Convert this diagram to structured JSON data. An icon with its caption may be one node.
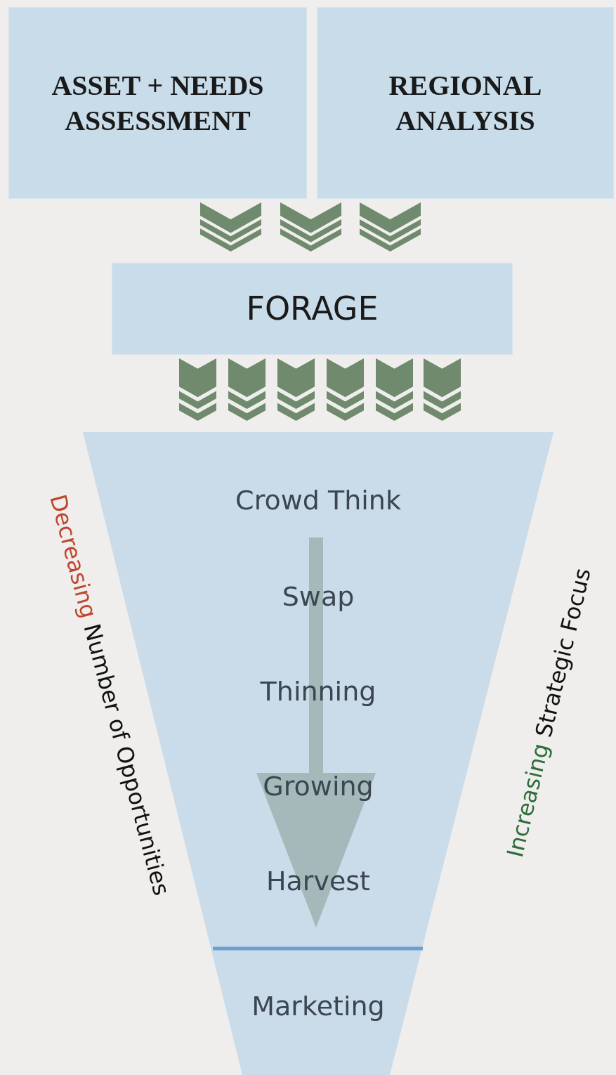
{
  "diagram": {
    "nodes": [
      {
        "text": [
          "ASSET + NEEDS ASSESSMENT"
        ]
      },
      {
        "text": [
          "REGIONAL ANALYSIS"
        ]
      },
      {
        "text": [
          "FORAGE"
        ]
      },
      {
        "text": [],
        "shape": "funnel"
      },
      {
        "text": [
          "Crowd Think"
        ],
        "in": 3
      },
      {
        "text": [
          "Swap"
        ],
        "in": 3
      },
      {
        "text": [
          "Thinning"
        ],
        "in": 3
      },
      {
        "text": [
          "Growing"
        ],
        "in": 3
      },
      {
        "text": [
          "Harvest"
        ],
        "in": 3
      },
      {
        "text": [
          "Marketing"
        ],
        "in": 3
      }
    ],
    "edges": [
      {
        "from": 0,
        "to": 2,
        "arrow": "to"
      },
      {
        "from": 0,
        "to": 2,
        "arrow": "to"
      },
      {
        "from": 1,
        "to": 2,
        "arrow": "to"
      },
      {
        "from": 2,
        "to": 3,
        "arrow": "to"
      },
      {
        "from": 2,
        "to": 3,
        "arrow": "to"
      },
      {
        "from": 2,
        "to": 3,
        "arrow": "to"
      },
      {
        "from": 2,
        "to": 3,
        "arrow": "to"
      },
      {
        "from": 2,
        "to": 3,
        "arrow": "to"
      },
      {
        "from": 2,
        "to": 3,
        "arrow": "to"
      }
    ],
    "labels": [
      "Decreasing",
      "Number of Opportunities",
      "Increasing",
      "Strategic Focus"
    ]
  }
}
